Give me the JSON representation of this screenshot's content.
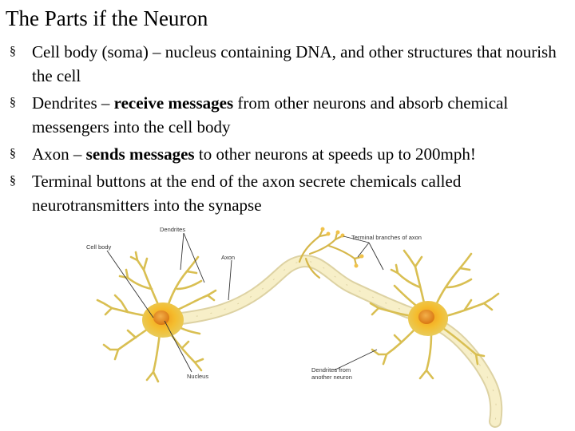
{
  "slide": {
    "title": "The Parts if the Neuron",
    "bullet_marker": "§",
    "bullets": [
      {
        "lead": "",
        "bold": "",
        "text": "Cell body (soma) – nucleus containing DNA, and other structures that nourish the cell"
      },
      {
        "lead": "Dendrites – ",
        "bold": "receive messages",
        "text": " from other neurons and absorb chemical messengers into the cell body"
      },
      {
        "lead": "Axon – ",
        "bold": "sends messages",
        "text": " to other neurons at speeds up to 200mph!"
      },
      {
        "lead": "",
        "bold": "",
        "text": "Terminal buttons at the end of the axon secrete chemicals called neurotransmitters into the synapse"
      }
    ]
  },
  "diagram": {
    "labels": {
      "dendrites": "Dendrites",
      "cell_body": "Cell body",
      "axon": "Axon",
      "terminal_branches": "Terminal branches of axon",
      "nucleus": "Nucleus",
      "dendrites_from_line1": "Dendrites from",
      "dendrites_from_line2": "another neuron"
    },
    "colors": {
      "dendrite": "#e0c85a",
      "dendrite_dark": "#c9a63a",
      "soma_outer": "#f3c63a",
      "soma_inner": "#f0a81f",
      "nucleus": "#e58a12",
      "myelin": "#f7efc8",
      "myelin_edge": "#ddd2a3",
      "leader_line": "#333333",
      "label_text": "#333333"
    }
  }
}
